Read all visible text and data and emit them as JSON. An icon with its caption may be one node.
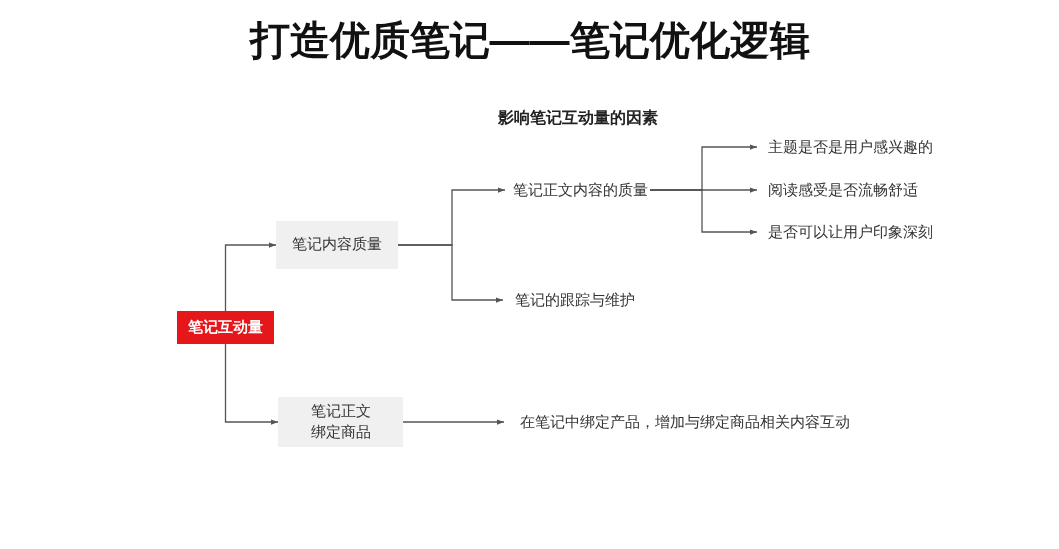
{
  "diagram": {
    "title": "打造优质笔记——笔记优化逻辑",
    "nodes": [
      {
        "text": [
          "笔记互动量"
        ]
      },
      {
        "text": [
          "笔记内容质量"
        ]
      },
      {
        "text": [
          "笔记正文绑定商品"
        ]
      },
      {
        "text": [
          "笔记正文内容的质量"
        ]
      },
      {
        "text": [
          "笔记的跟踪与维护"
        ]
      },
      {
        "text": [
          "主题是否是用户感兴趣的"
        ]
      },
      {
        "text": [
          "阅读感受是否流畅舒适"
        ]
      },
      {
        "text": [
          "是否可以让用户印象深刻"
        ]
      },
      {
        "text": [
          "在笔记中绑定产品，增加与绑定商品相关内容互动"
        ]
      }
    ],
    "edges": [
      {
        "from": 0,
        "to": 1,
        "arrow": "to"
      },
      {
        "from": 0,
        "to": 2,
        "arrow": "to"
      },
      {
        "from": 1,
        "to": 3,
        "arrow": "to"
      },
      {
        "from": 1,
        "to": 4,
        "arrow": "to"
      },
      {
        "from": 3,
        "to": 5,
        "arrow": "to"
      },
      {
        "from": 3,
        "to": 6,
        "arrow": "to"
      },
      {
        "from": 3,
        "to": 7,
        "arrow": "to"
      },
      {
        "from": 2,
        "to": 8,
        "arrow": "to"
      }
    ],
    "labels": [
      "影响笔记互动量的因素"
    ]
  }
}
